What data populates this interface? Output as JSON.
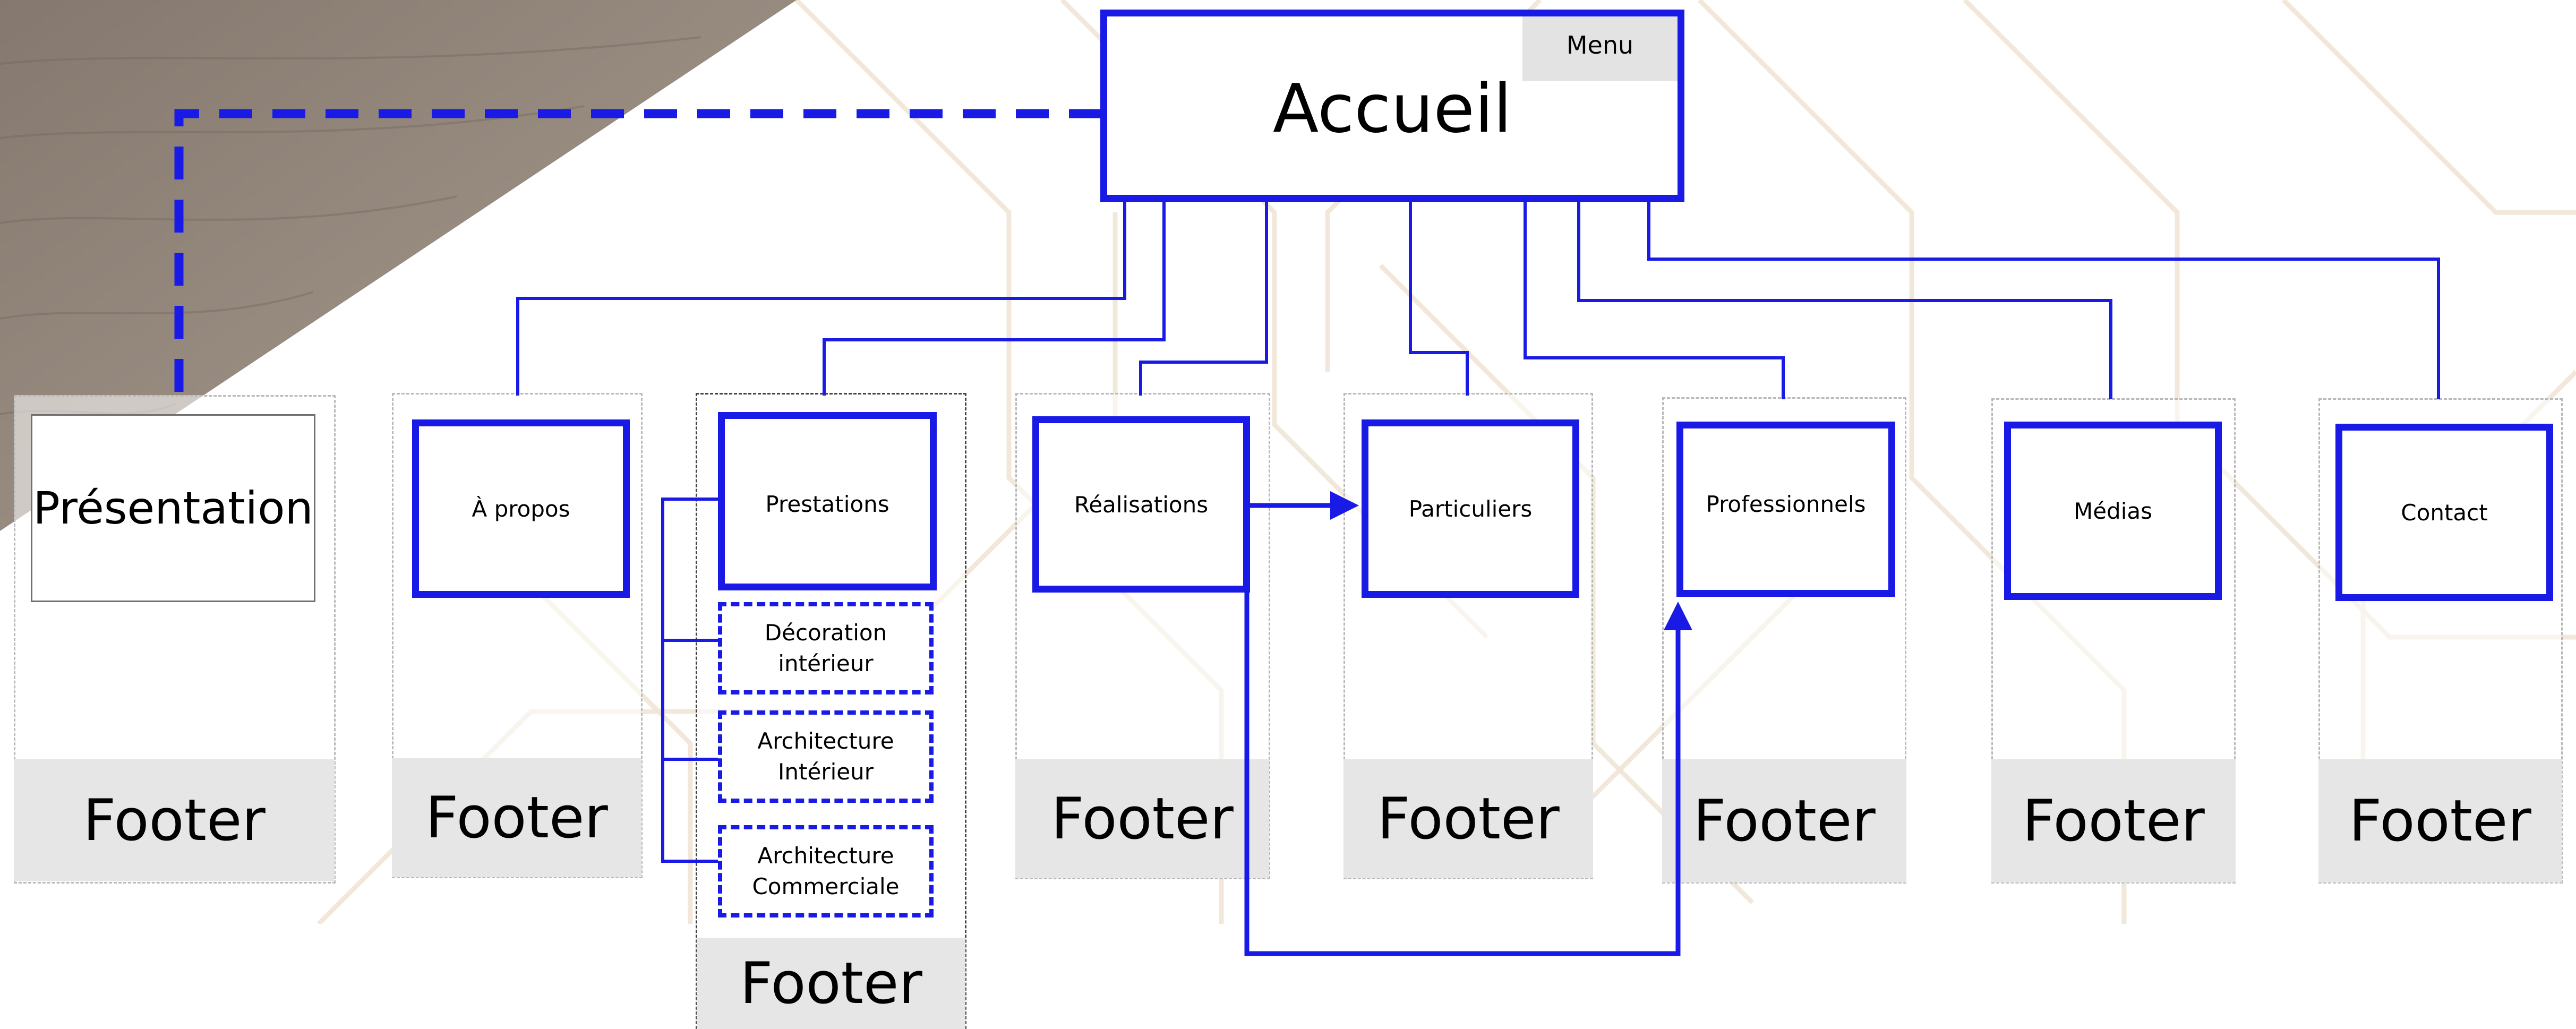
{
  "home": {
    "title": "Accueil",
    "menu_label": "Menu"
  },
  "footer_label": "Footer",
  "pages": [
    {
      "key": "presentation",
      "label": "Présentation"
    },
    {
      "key": "apropos",
      "label": "À propos"
    },
    {
      "key": "prestations",
      "label": "Prestations"
    },
    {
      "key": "realisations",
      "label": "Réalisations"
    },
    {
      "key": "particuliers",
      "label": "Particuliers"
    },
    {
      "key": "professionnels",
      "label": "Professionnels"
    },
    {
      "key": "medias",
      "label": "Médias"
    },
    {
      "key": "contact",
      "label": "Contact"
    }
  ],
  "subpages": [
    {
      "key": "decoration",
      "label": "Décoration\nintérieur"
    },
    {
      "key": "archi-interieur",
      "label": "Architecture\nIntérieur"
    },
    {
      "key": "archi-commerciale",
      "label": "Architecture\nCommerciale"
    }
  ],
  "colors": {
    "connector": "#1a1ae6",
    "footer_bg": "#e6e6e6",
    "wood": "#8a7e73",
    "pattern": "#efe6d6"
  }
}
